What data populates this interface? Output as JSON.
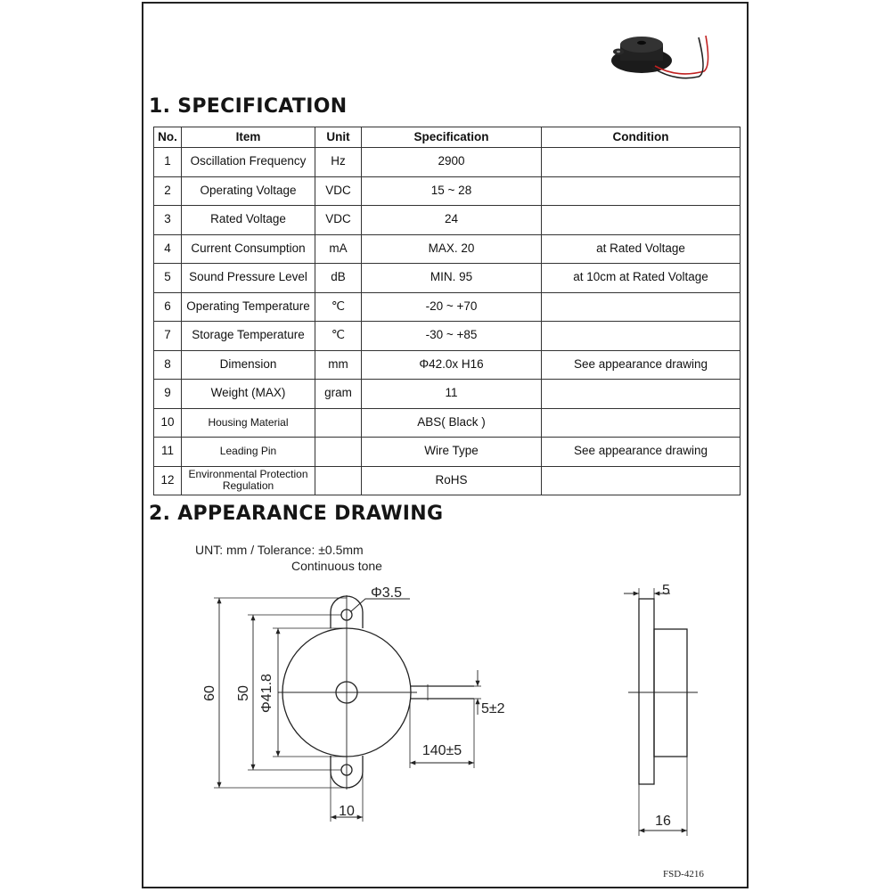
{
  "section1": {
    "title": "1. SPECIFICATION"
  },
  "table": {
    "headers": [
      "No.",
      "Item",
      "Unit",
      "Specification",
      "Condition"
    ],
    "rows": [
      {
        "no": "1",
        "item": "Oscillation Frequency",
        "unit": "Hz",
        "spec": "2900",
        "condition": ""
      },
      {
        "no": "2",
        "item": "Operating Voltage",
        "unit": "VDC",
        "spec": "15 ~ 28",
        "condition": ""
      },
      {
        "no": "3",
        "item": "Rated Voltage",
        "unit": "VDC",
        "spec": "24",
        "condition": ""
      },
      {
        "no": "4",
        "item": "Current Consumption",
        "unit": "mA",
        "spec": "MAX. 20",
        "condition": "at Rated Voltage"
      },
      {
        "no": "5",
        "item": "Sound Pressure Level",
        "unit": "dB",
        "spec": "MIN. 95",
        "condition": "at 10cm at Rated Voltage"
      },
      {
        "no": "6",
        "item": "Operating Temperature",
        "unit": "℃",
        "spec": "-20 ~ +70",
        "condition": ""
      },
      {
        "no": "7",
        "item": "Storage Temperature",
        "unit": "℃",
        "spec": "-30 ~ +85",
        "condition": ""
      },
      {
        "no": "8",
        "item": "Dimension",
        "unit": "mm",
        "spec": "Φ42.0x H16",
        "condition": "See appearance drawing"
      },
      {
        "no": "9",
        "item": "Weight (MAX)",
        "unit": "gram",
        "spec": "11",
        "condition": ""
      },
      {
        "no": "10",
        "item": "Housing Material",
        "unit": "",
        "spec": "ABS( Black )",
        "condition": ""
      },
      {
        "no": "11",
        "item": "Leading Pin",
        "unit": "",
        "spec": "Wire Type",
        "condition": "See appearance drawing"
      },
      {
        "no": "12",
        "item": "Environmental Protection Regulation",
        "unit": "",
        "spec": "RoHS",
        "condition": ""
      }
    ]
  },
  "section2": {
    "title": "2. APPEARANCE DRAWING"
  },
  "drawing": {
    "units_note": "UNT: mm  /  Tolerance: ±0.5mm",
    "tone_note": "Continuous tone",
    "dims": {
      "hole": "Φ3.5",
      "overall_height": "60",
      "mount_pitch": "50",
      "body_diameter": "Φ41.8",
      "wire_pitch": "5±2",
      "wire_length": "140±5",
      "tab_width": "10",
      "flange_thickness": "5",
      "total_depth": "16"
    }
  },
  "footer": {
    "code": "FSD-4216"
  }
}
